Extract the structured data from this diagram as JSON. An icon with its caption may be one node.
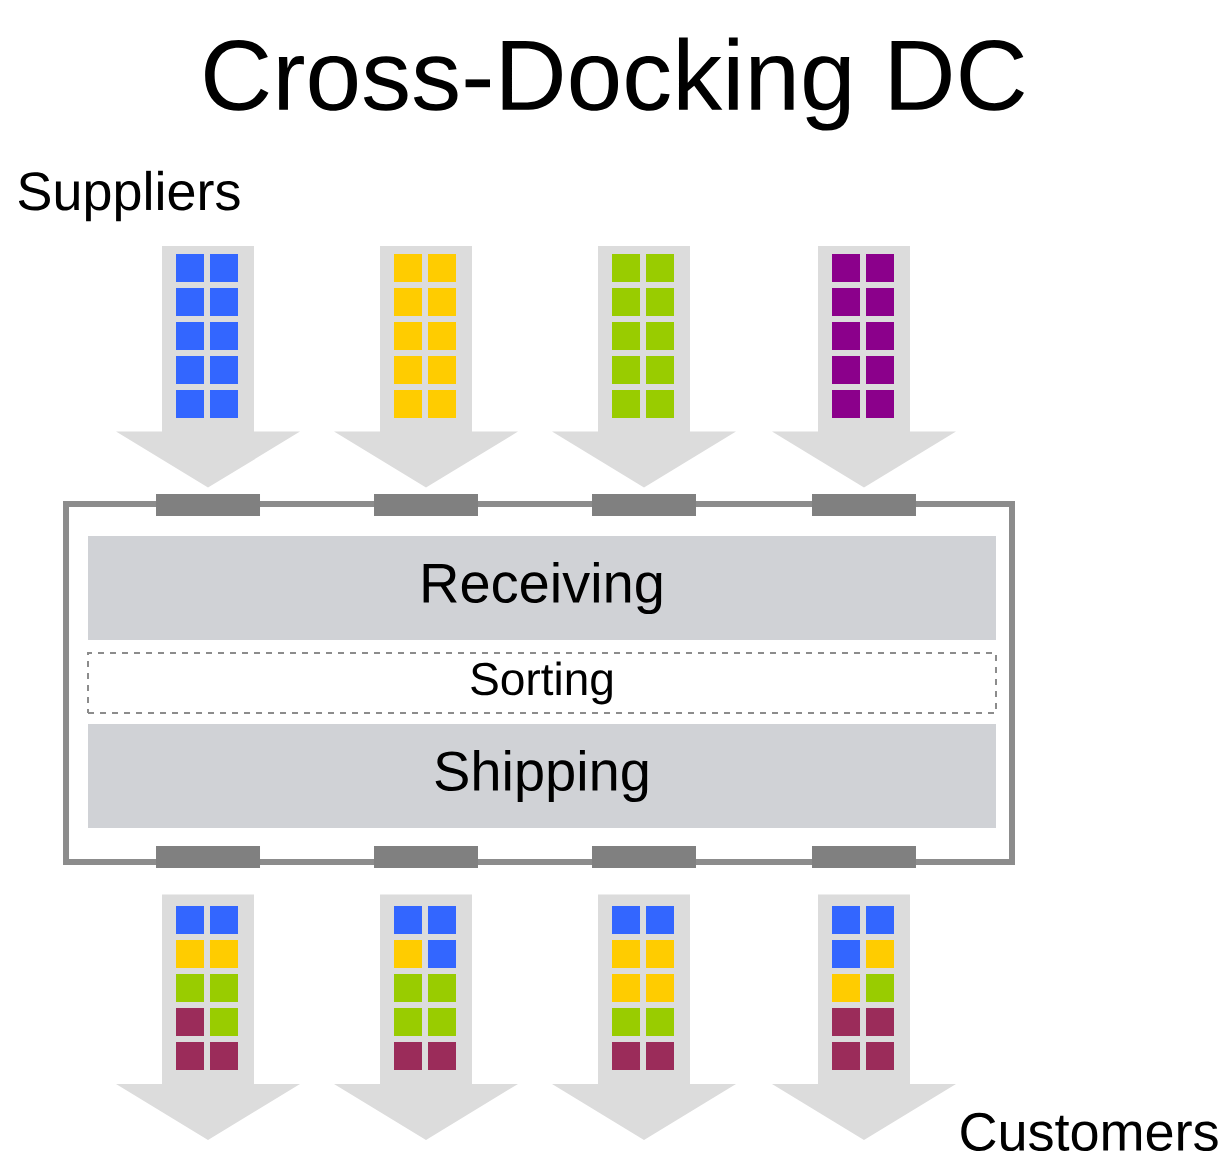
{
  "diagram": {
    "title": "Cross-Docking DC",
    "nodes": [
      {
        "text": [],
        "shape": "box"
      },
      {
        "text": [
          "Receiving"
        ],
        "in": 0
      },
      {
        "text": [
          "Sorting"
        ],
        "in": 0
      },
      {
        "text": [
          "Shipping"
        ],
        "in": 0
      },
      {
        "text": [],
        "shape": "bar"
      },
      {
        "text": [],
        "shape": "bar"
      },
      {
        "text": [],
        "shape": "bar"
      },
      {
        "text": [],
        "shape": "bar"
      },
      {
        "text": [],
        "shape": "bar"
      },
      {
        "text": [],
        "shape": "bar"
      },
      {
        "text": [],
        "shape": "bar"
      },
      {
        "text": [],
        "shape": "bar"
      }
    ],
    "edges": [
      {
        "from": null,
        "to": 4,
        "arrow": "to"
      },
      {
        "from": null,
        "to": 5,
        "arrow": "to"
      },
      {
        "from": null,
        "to": 6,
        "arrow": "to"
      },
      {
        "from": null,
        "to": 7,
        "arrow": "to"
      },
      {
        "from": 8,
        "to": null,
        "arrow": "to"
      },
      {
        "from": 9,
        "to": null,
        "arrow": "to"
      },
      {
        "from": 10,
        "to": null,
        "arrow": "to"
      },
      {
        "from": 11,
        "to": null,
        "arrow": "to"
      }
    ],
    "labels": [
      "Suppliers",
      "Customers"
    ]
  }
}
